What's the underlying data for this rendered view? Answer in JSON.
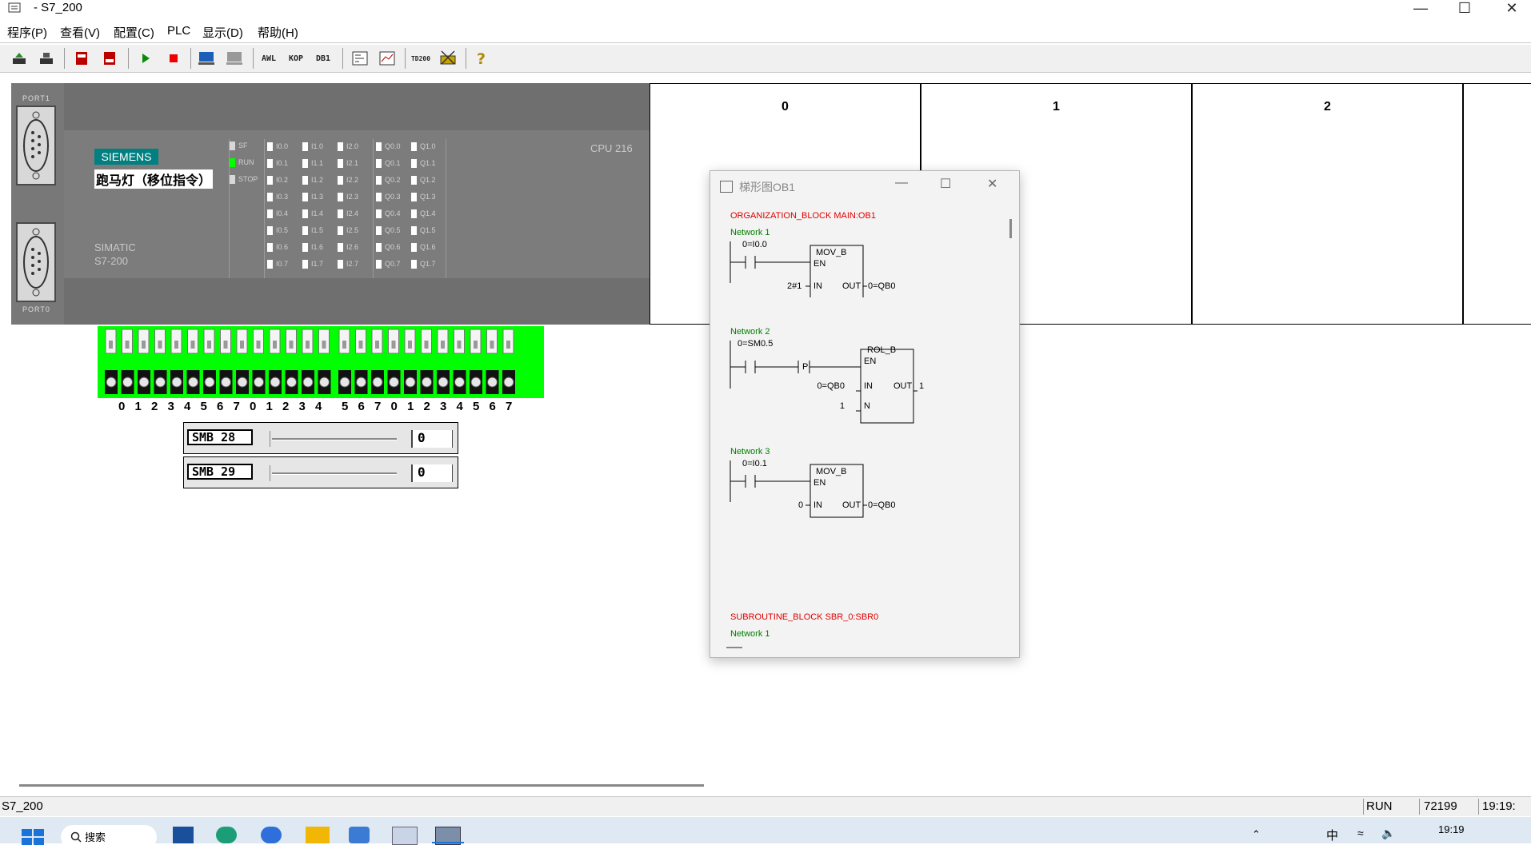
{
  "window": {
    "title": "- S7_200"
  },
  "menu": [
    "程序(P)",
    "查看(V)",
    "配置(C)",
    "PLC",
    "显示(D)",
    "帮助(H)"
  ],
  "toolbar": {
    "awl": "AWL",
    "kop": "KOP",
    "db1": "DB1",
    "td200": "TD200"
  },
  "plc": {
    "port1": "PORT1",
    "port0": "PORT0",
    "brand": "SIEMENS",
    "project": "跑马灯（移位指令）",
    "simatic1": "SIMATIC",
    "simatic2": "S7-200",
    "cpu": "CPU 216",
    "status_leds": [
      "SF",
      "RUN",
      "STOP"
    ],
    "run_led_color": "#00ff00",
    "inputs_a": [
      "I0.0",
      "I0.1",
      "I0.2",
      "I0.3",
      "I0.4",
      "I0.5",
      "I0.6",
      "I0.7"
    ],
    "inputs_b": [
      "I1.0",
      "I1.1",
      "I1.2",
      "I1.3",
      "I1.4",
      "I1.5",
      "I1.6",
      "I1.7"
    ],
    "inputs_c": [
      "I2.0",
      "I2.1",
      "I2.2",
      "I2.3",
      "I2.4",
      "I2.5",
      "I2.6",
      "I2.7"
    ],
    "outputs_a": [
      "Q0.0",
      "Q0.1",
      "Q0.2",
      "Q0.3",
      "Q0.4",
      "Q0.5",
      "Q0.6",
      "Q0.7"
    ],
    "outputs_b": [
      "Q1.0",
      "Q1.1",
      "Q1.2",
      "Q1.3",
      "Q1.4",
      "Q1.5",
      "Q1.6",
      "Q1.7"
    ]
  },
  "terminal_numbers": [
    "0",
    "1",
    "2",
    "3",
    "4",
    "5",
    "6",
    "7",
    "0",
    "1",
    "2",
    "3",
    "4",
    "5",
    "6",
    "7",
    "0",
    "1",
    "2",
    "3",
    "4",
    "5",
    "6",
    "7"
  ],
  "smb": [
    {
      "label": "SMB 28",
      "value": "0"
    },
    {
      "label": "SMB 29",
      "value": "0"
    }
  ],
  "panels": [
    "0",
    "1",
    "2"
  ],
  "ladder": {
    "title": "梯形图OB1",
    "block": "ORGANIZATION_BLOCK MAIN:OB1",
    "networks": [
      {
        "name": "Network 1",
        "contact": "0=I0.0",
        "box": "MOV_B",
        "en": "EN",
        "in_label": "IN",
        "out_label": "OUT",
        "in_val": "2#1",
        "out_val": "0=QB0"
      },
      {
        "name": "Network 2",
        "contact": "0=SM0.5",
        "edge": "P",
        "box": "ROL_B",
        "en": "EN",
        "in_label": "IN",
        "out_label": "OUT",
        "n_label": "N",
        "in_val": "0=QB0",
        "out_val": "1",
        "n_val": "1"
      },
      {
        "name": "Network 3",
        "contact": "0=I0.1",
        "box": "MOV_B",
        "en": "EN",
        "in_label": "IN",
        "out_label": "OUT",
        "in_val": "0",
        "out_val": "0=QB0"
      }
    ],
    "sub_block": "SUBROUTINE_BLOCK SBR_0:SBR0",
    "sub_network": "Network 1"
  },
  "status": {
    "left": "S7_200",
    "mode": "RUN",
    "counter": "72199",
    "time": "19:19:"
  },
  "taskbar": {
    "search": "搜索",
    "clock": "19:19"
  }
}
